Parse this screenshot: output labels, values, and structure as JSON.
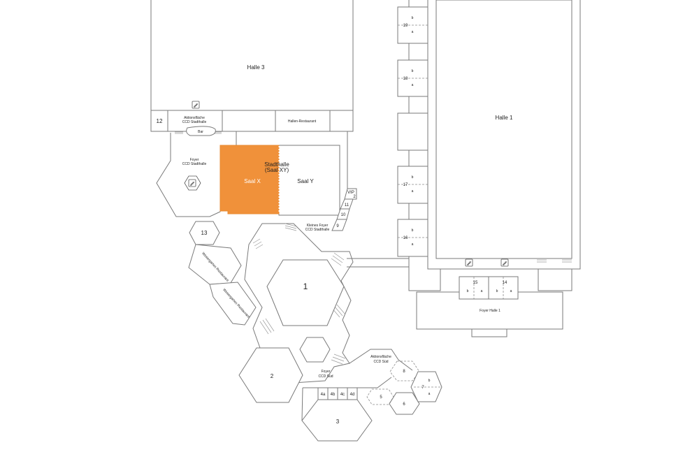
{
  "colors": {
    "highlight": "#f0913a",
    "outline": "#7a7a7a",
    "background": "#ffffff"
  },
  "icons": [
    "stairs-icon"
  ],
  "labels": {
    "halle3": "Halle 3",
    "halle1": "Halle 1",
    "room12": "12",
    "aktion_stadthalle": "Aktionsfläche\nCCD Stadthalle",
    "bar": "Bar",
    "hallen_restaurant": "Hallen-Restaurant",
    "foyer_stadthalle": "Foyer\nCCD Stadthalle",
    "stadthalle": "Stadthalle\n(Saal XY)",
    "saal_x": "Saal X",
    "saal_y": "Saal Y",
    "vip": "VIP",
    "room2_vip": "2",
    "room11": "11",
    "room10": "10",
    "room9": "9",
    "kleines_foyer": "Kleines Foyer\nCCD Stadthalle",
    "room13": "13",
    "wintergarten1": "Wintergarten Restaurant",
    "wintergarten2": "Wintergarten Restaurant",
    "room1": "1",
    "room2": "2",
    "foyer_sued": "Foyer\nCCD Süd",
    "aktion_sued": "Aktionsfläche\nCCD Süd",
    "room3": "3",
    "room4a": "4a",
    "room4b": "4b",
    "room4c": "4c",
    "room4d": "4d",
    "room5": "5",
    "room6": "6",
    "room7": "7",
    "room8": "8",
    "room19": "19",
    "room18": "18",
    "room17": "17",
    "room16": "16",
    "room15": "15",
    "room14": "14",
    "foyer_halle1": "Foyer Halle 1",
    "sub_a": "a",
    "sub_b": "b"
  }
}
